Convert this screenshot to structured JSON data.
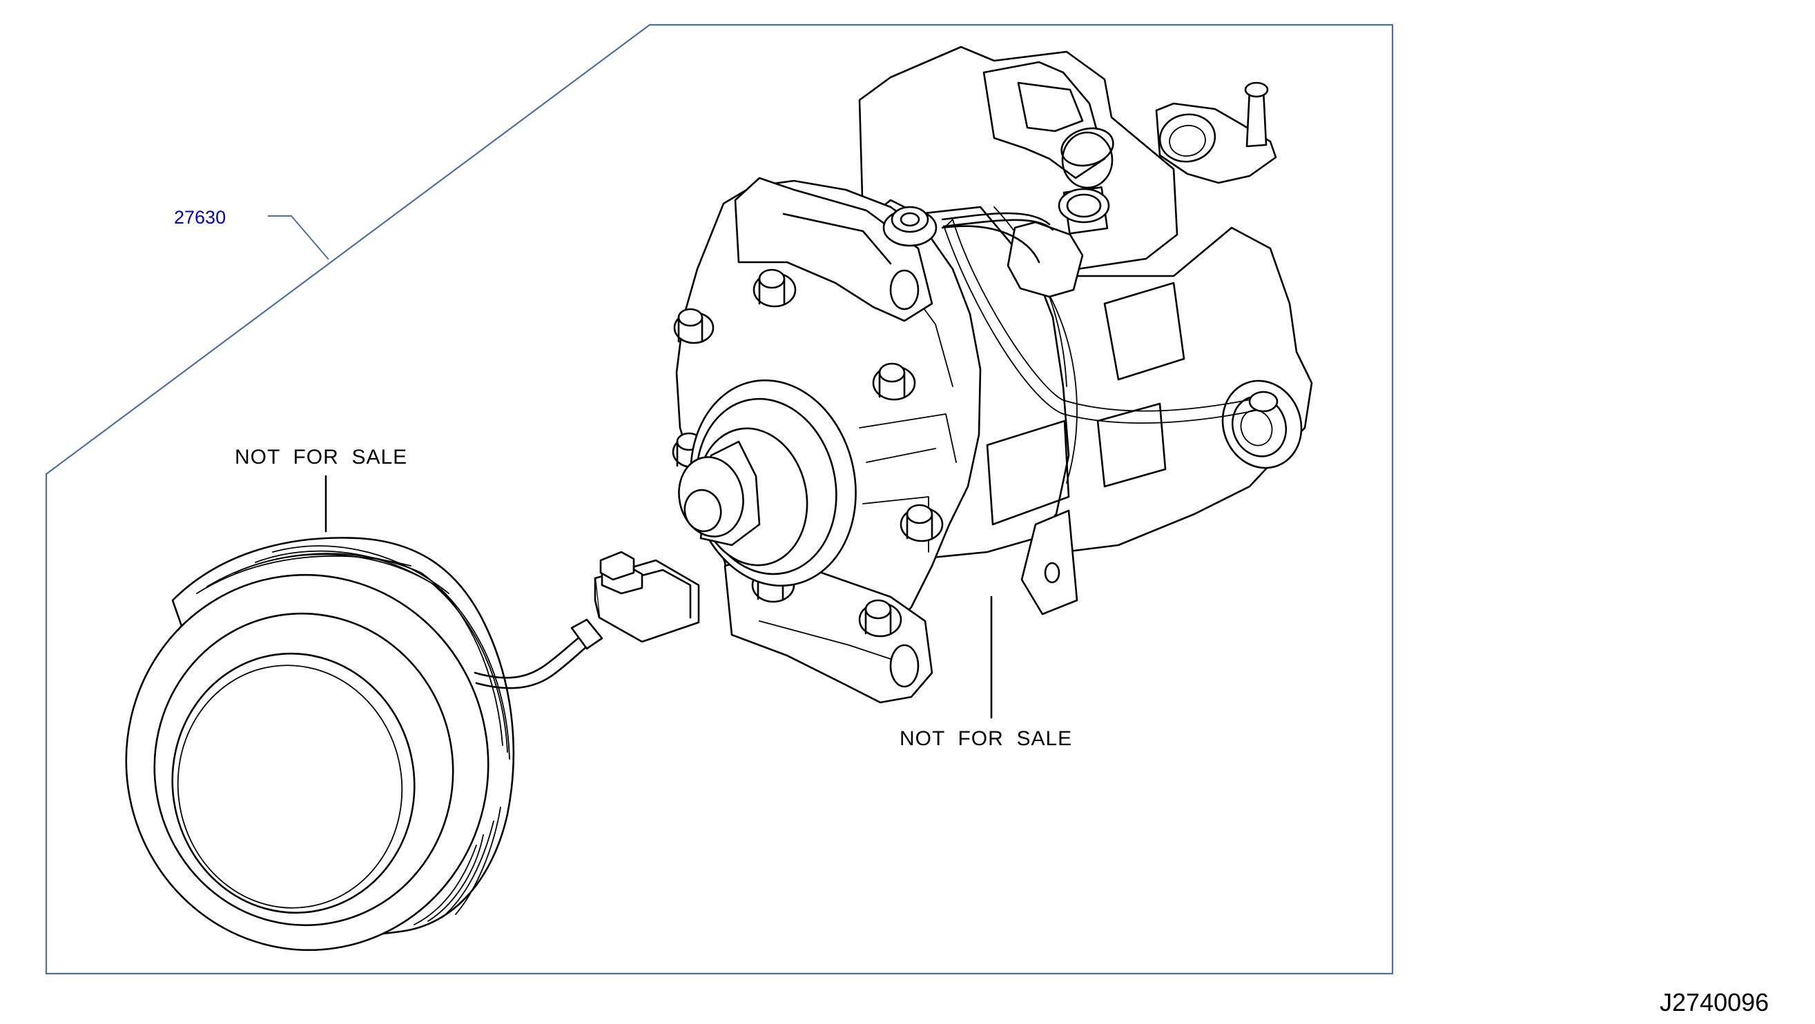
{
  "diagram": {
    "part_number": "27630",
    "clutch_note": "NOT  FOR  SALE",
    "compressor_note": "NOT  FOR  SALE",
    "reference_code": "J2740096",
    "colors": {
      "frame": "#4a6fa5",
      "part_number_text": "#0000cc",
      "line_art": "#000000"
    }
  }
}
